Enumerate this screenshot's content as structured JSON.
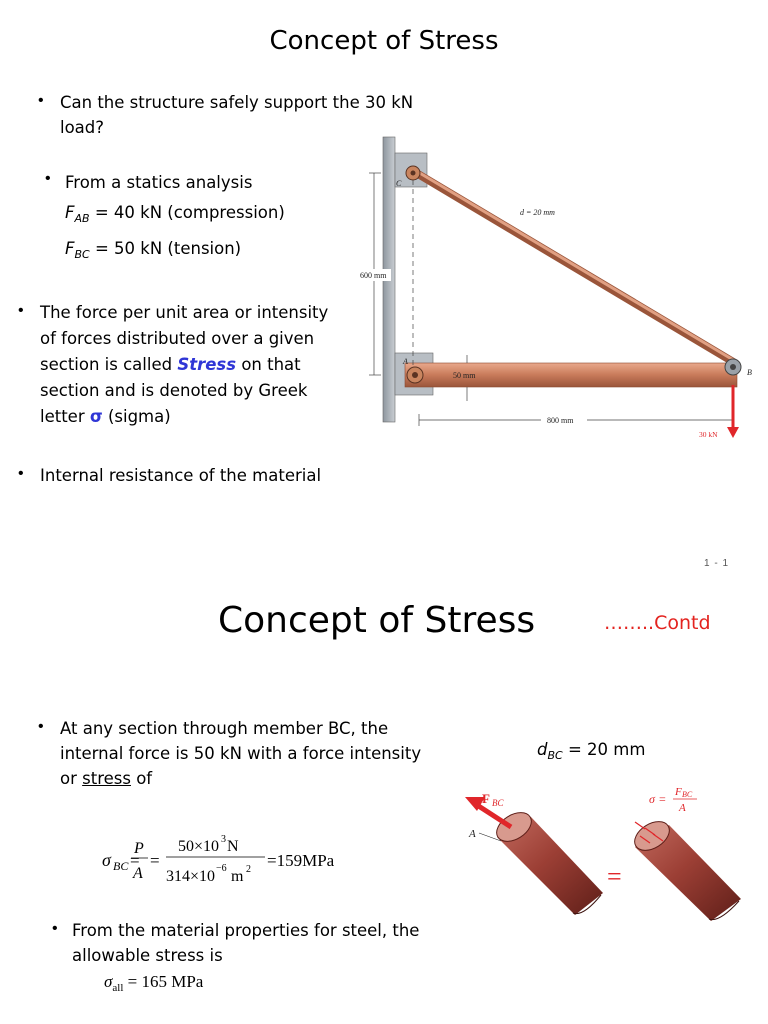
{
  "slide1": {
    "title": "Concept of Stress",
    "bullet1_line1": "Can the structure safely support the 30 kN",
    "bullet1_line2": "load?",
    "bullet2_line1": "From a statics analysis",
    "fab_label": "F",
    "fab_sub": "AB",
    "fab_value": " = 40 kN (compression)",
    "fbc_label": "F",
    "fbc_sub": "BC",
    "fbc_value": " = 50 kN (tension)",
    "bullet3_line1": "The force per unit area or intensity",
    "bullet3_line2": "of forces distributed over a given",
    "bullet3_line3a": "section is called ",
    "bullet3_stress": "Stress",
    "bullet3_line3b": " on that",
    "bullet3_line4": "section and is denoted by Greek",
    "bullet3_line5a": "letter ",
    "bullet3_sigma": "σ",
    "bullet3_line5b": " (sigma)",
    "bullet4": "Internal resistance of the material",
    "page_number": "1 - 1",
    "figure": {
      "label_c": "C",
      "label_a": "A",
      "label_b": "B",
      "label_d": "d = 20 mm",
      "label_600": "600 mm",
      "label_50": "50 mm",
      "label_800": "800 mm",
      "label_load": "30 kN"
    }
  },
  "slide2": {
    "title": "Concept of Stress",
    "contd": "……..Contd",
    "bullet1_line1": "At any section through member BC, the",
    "bullet1_line2": "internal force is 50 kN with a force intensity",
    "bullet1_line3a": "or ",
    "bullet1_stress": "stress",
    "bullet1_line3b": " of",
    "dbc_d": "d",
    "dbc_sub": "BC",
    "dbc_value": " = 20 mm",
    "eq_sigma": "σ",
    "eq_sigma_sub": "BC",
    "eq_p": "P",
    "eq_a": "A",
    "eq_num": "50×10",
    "eq_num_exp": "3",
    "eq_num_unit": "N",
    "eq_den": "314×10",
    "eq_den_exp": "−6",
    "eq_den_unit": "m",
    "eq_den_unit_exp": "2",
    "eq_result": "=159MPa",
    "bullet2_line1": "From the material properties for steel, the",
    "bullet2_line2": "allowable stress is",
    "allow_sigma": "σ",
    "allow_sub": "all",
    "allow_value": " = 165 MPa",
    "figure": {
      "fbc_F": "F",
      "fbc_sub": "BC",
      "label_a": "A",
      "eq_sigma": "σ",
      "eq_frac_num_F": "F",
      "eq_frac_num_sub": "BC",
      "eq_frac_den": "A",
      "equals": "="
    }
  },
  "colors": {
    "stress_blue": "#2f36d6",
    "contd_red": "#e3231f",
    "member_copper": "#c87a5a",
    "arrow_red": "#e0262a"
  }
}
